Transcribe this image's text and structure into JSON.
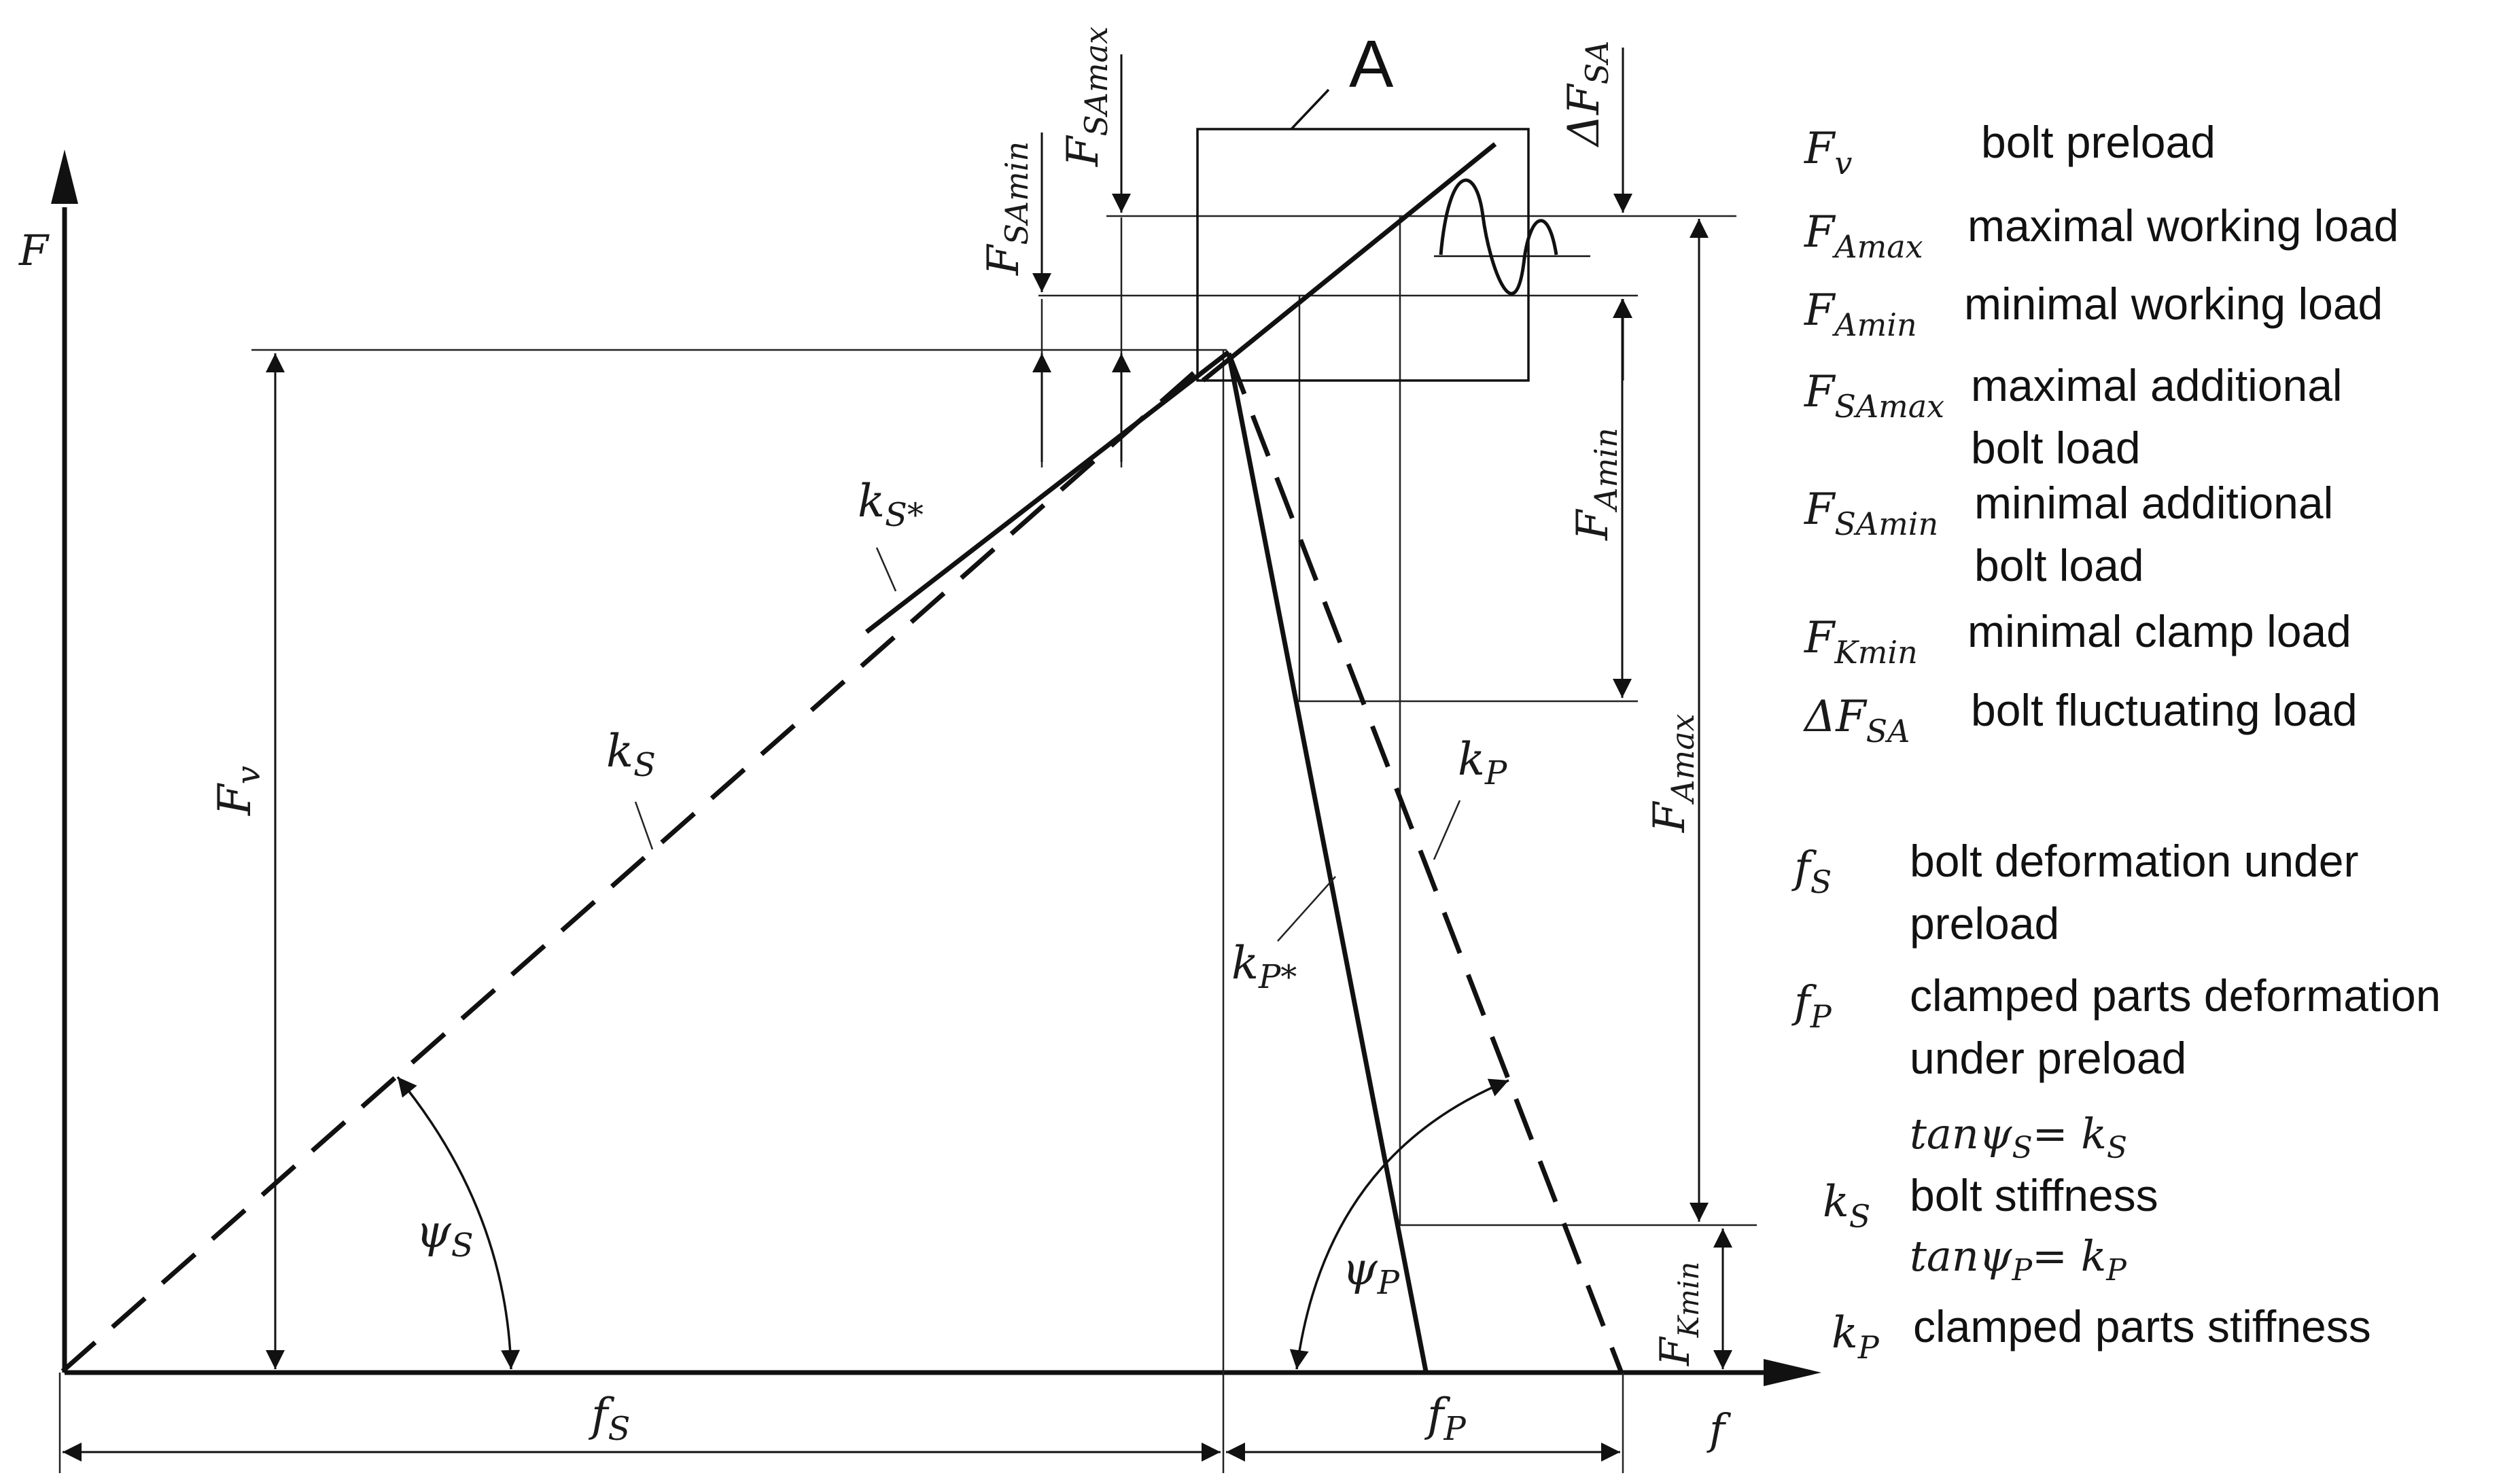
{
  "colors": {
    "ink": "#111111",
    "thin": "#222222"
  },
  "callout": {
    "label": "A"
  },
  "axes": {
    "y": "F",
    "x": "f"
  },
  "labels": {
    "fs_main": "f",
    "fs_sub": "S",
    "fp_main": "f",
    "fp_sub": "P",
    "fv_main": "F",
    "fv_sub": "v",
    "ks_main": "k",
    "ks_sub": "S",
    "kss_main": "k",
    "kss_sub": "S*",
    "kp_main": "k",
    "kp_sub": "P",
    "kps_main": "k",
    "kps_sub": "P*",
    "psis_main": "ψ",
    "psis_sub": "S",
    "psip_main": "ψ",
    "psip_sub": "P",
    "fsamin_main": "F",
    "fsamin_sub": "SAmin",
    "fsamax_main": "F",
    "fsamax_sub": "SAmax",
    "dfsa_main": "ΔF",
    "dfsa_sub": "SA",
    "famin_main": "F",
    "famin_sub": "Amin",
    "famax_main": "F",
    "famax_sub": "Amax",
    "fkmin_main": "F",
    "fkmin_sub": "Kmin"
  },
  "legend": {
    "items": [
      {
        "sym": "F",
        "sub": "v",
        "desc": [
          "bolt preload"
        ]
      },
      {
        "sym": "F",
        "sub": "Amax",
        "desc": [
          "maximal working load"
        ]
      },
      {
        "sym": "F",
        "sub": "Amin",
        "desc": [
          "minimal working load"
        ]
      },
      {
        "sym": "F",
        "sub": "SAmax",
        "desc": [
          "maximal additional",
          "bolt load"
        ]
      },
      {
        "sym": "F",
        "sub": "SAmin",
        "desc": [
          "minimal additional",
          "bolt load"
        ]
      },
      {
        "sym": "F",
        "sub": "Kmin",
        "desc": [
          "minimal clamp load"
        ]
      },
      {
        "sym": "ΔF",
        "sub": "SA",
        "desc": [
          "bolt fluctuating load"
        ]
      },
      {
        "sym": "f",
        "sub": "S",
        "desc": [
          "bolt deformation under",
          "preload"
        ]
      },
      {
        "sym": "f",
        "sub": "P",
        "desc": [
          "clamped parts deformation",
          "under preload"
        ]
      }
    ],
    "tan_s": {
      "pre": "tanψ",
      "sub": "S",
      "eq": "= k",
      "sub2": "S"
    },
    "ks": {
      "sym": "k",
      "sub": "S",
      "desc": "bolt stiffness"
    },
    "tan_p": {
      "pre": "tanψ",
      "sub": "P",
      "eq": "= k",
      "sub2": "P"
    },
    "kp": {
      "sym": "k",
      "sub": "P",
      "desc": "clamped parts stiffness"
    }
  }
}
